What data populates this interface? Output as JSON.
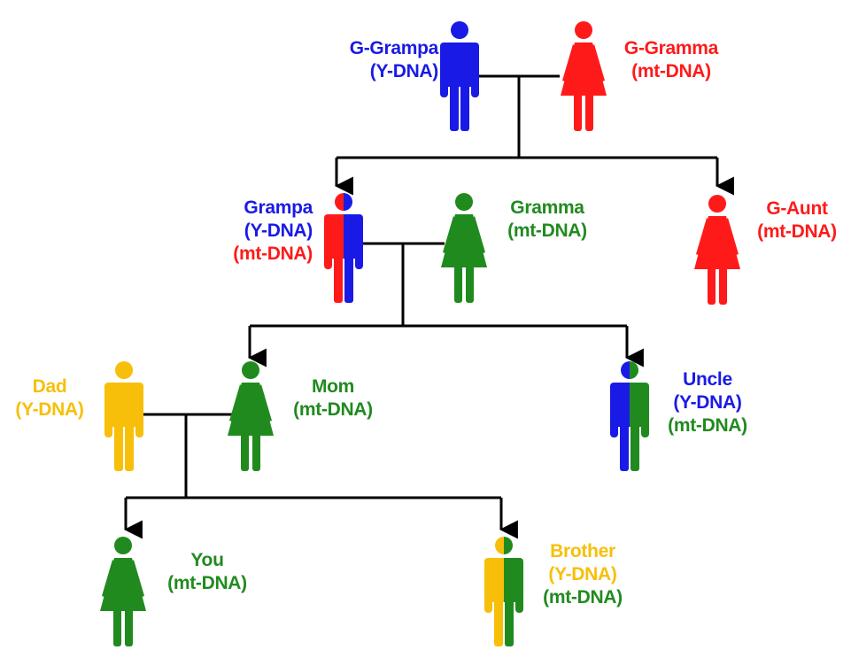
{
  "colors": {
    "blue": "#1a1ae6",
    "red": "#ff1a1a",
    "green": "#218a1f",
    "yellow": "#f7bf0a",
    "line": "#000000"
  },
  "people": {
    "ggrampa": {
      "name": "G-Grampa",
      "dna": [
        "(Y-DNA)"
      ]
    },
    "ggramma": {
      "name": "G-Gramma",
      "dna": [
        "(mt-DNA)"
      ]
    },
    "grampa": {
      "name": "Grampa",
      "dna": [
        "(Y-DNA)",
        "(mt-DNA)"
      ]
    },
    "gramma": {
      "name": "Gramma",
      "dna": [
        "(mt-DNA)"
      ]
    },
    "gaunt": {
      "name": "G-Aunt",
      "dna": [
        "(mt-DNA)"
      ]
    },
    "dad": {
      "name": "Dad",
      "dna": [
        "(Y-DNA)"
      ]
    },
    "mom": {
      "name": "Mom",
      "dna": [
        "(mt-DNA)"
      ]
    },
    "uncle": {
      "name": "Uncle",
      "dna": [
        "(Y-DNA)",
        "(mt-DNA)"
      ]
    },
    "you": {
      "name": "You",
      "dna": [
        "(mt-DNA)"
      ]
    },
    "brother": {
      "name": "Brother",
      "dna": [
        "(Y-DNA)",
        "(mt-DNA)"
      ]
    }
  }
}
